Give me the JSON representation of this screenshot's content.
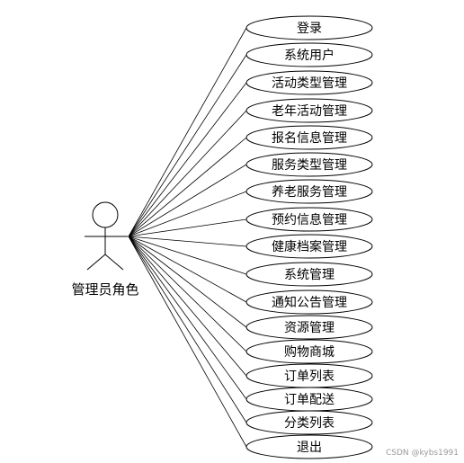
{
  "actor": {
    "label": "管理员角色"
  },
  "use_cases": [
    "登录",
    "系统用户",
    "活动类型管理",
    "老年活动管理",
    "报名信息管理",
    "服务类型管理",
    "养老服务管理",
    "预约信息管理",
    "健康档案管理",
    "系统管理",
    "通知公告管理",
    "资源管理",
    "购物商城",
    "订单列表",
    "订单配送",
    "分类列表",
    "退出"
  ],
  "watermark": "CSDN @kybs1991"
}
